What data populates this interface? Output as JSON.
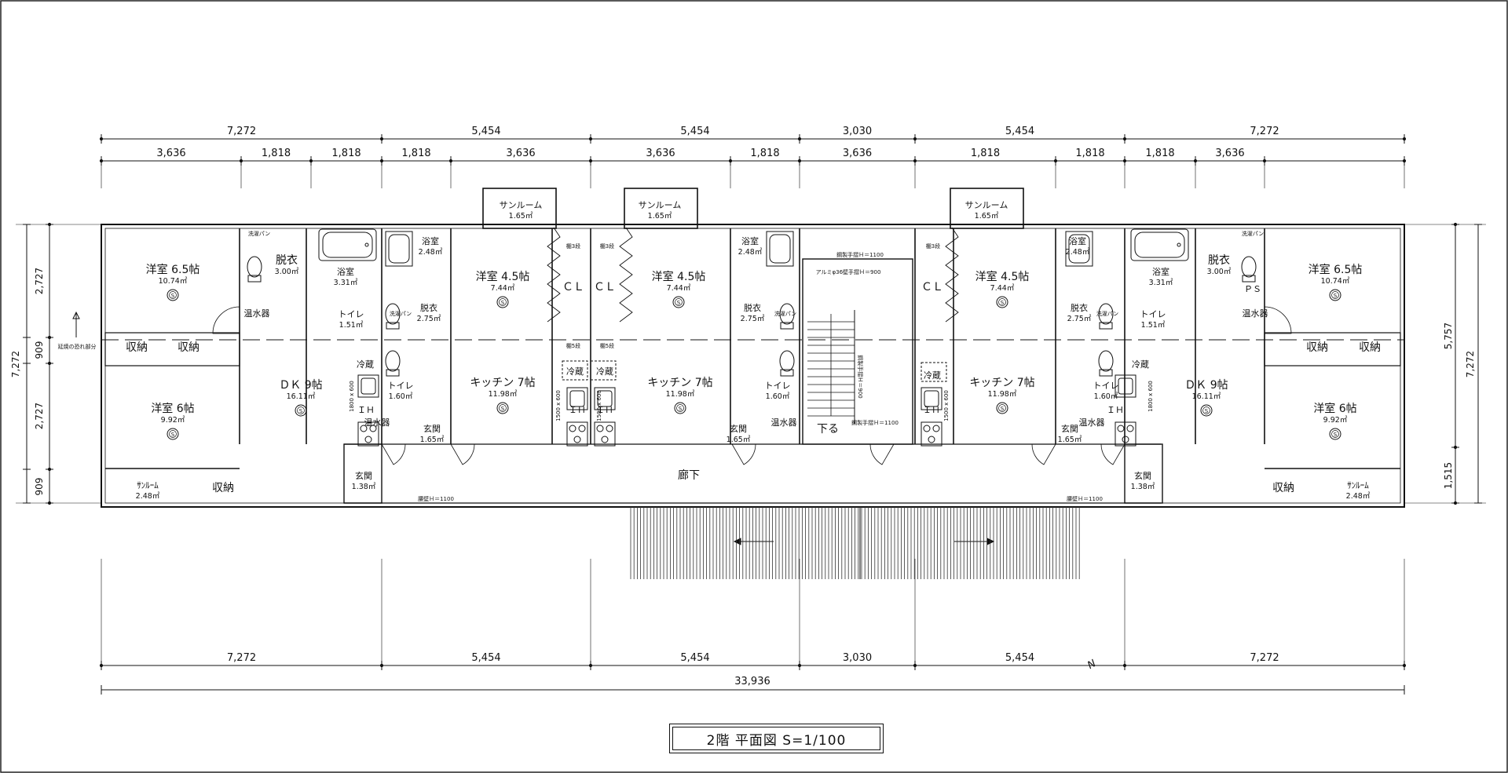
{
  "title": "2階  平面図    S=1/100",
  "dimensions": {
    "top_major": [
      "7,272",
      "5,454",
      "5,454",
      "3,030",
      "5,454",
      "7,272"
    ],
    "top_minor": [
      "3,636",
      "1,818",
      "1,818",
      "1,818",
      "3,636",
      "3,636",
      "1,818",
      "3,636",
      "1,818",
      "1,818",
      "1,818",
      "3,636"
    ],
    "bottom_major": [
      "7,272",
      "5,454",
      "5,454",
      "3,030",
      "5,454",
      "7,272"
    ],
    "bottom_total": "33,936",
    "left_outer": "7,272",
    "left_inner": [
      "2,727",
      "909",
      "2,727",
      "909"
    ],
    "right_outer": "7,272",
    "right_inner": [
      "5,757",
      "1,515"
    ]
  },
  "rooms": [
    {
      "id": "w65-l",
      "name": "洋室 6.5帖",
      "area": "10.74㎡"
    },
    {
      "id": "w6-l",
      "name": "洋室 6帖",
      "area": "9.92㎡"
    },
    {
      "id": "dk-l",
      "name": "ＤＫ 9帖",
      "area": "16.11㎡"
    },
    {
      "id": "dress-l",
      "name": "脱衣",
      "area": "3.00㎡"
    },
    {
      "id": "bath-l",
      "name": "浴室",
      "area": "3.31㎡"
    },
    {
      "id": "wc-l",
      "name": "トイレ",
      "area": "1.51㎡"
    },
    {
      "id": "sun-l-s",
      "name": "ｻﾝﾙｰﾑ",
      "area": "2.48㎡"
    },
    {
      "id": "entr-l",
      "name": "玄関",
      "area": "1.38㎡"
    },
    {
      "id": "bath-a",
      "name": "浴室",
      "area": "2.48㎡"
    },
    {
      "id": "dress-a",
      "name": "脱衣",
      "area": "2.75㎡"
    },
    {
      "id": "wc-a",
      "name": "トイレ",
      "area": "1.60㎡"
    },
    {
      "id": "sun-a",
      "name": "サンルーム",
      "area": "1.65㎡"
    },
    {
      "id": "w45-a",
      "name": "洋室 4.5帖",
      "area": "7.44㎡"
    },
    {
      "id": "kit-a",
      "name": "キッチン 7帖",
      "area": "11.98㎡"
    },
    {
      "id": "entr-a",
      "name": "玄関",
      "area": "1.65㎡"
    },
    {
      "id": "sun-b",
      "name": "サンルーム",
      "area": "1.65㎡"
    },
    {
      "id": "w45-b",
      "name": "洋室 4.5帖",
      "area": "7.44㎡"
    },
    {
      "id": "kit-b",
      "name": "キッチン 7帖",
      "area": "11.98㎡"
    },
    {
      "id": "entr-b",
      "name": "玄関",
      "area": "1.65㎡"
    },
    {
      "id": "bath-b",
      "name": "浴室",
      "area": "2.48㎡"
    },
    {
      "id": "dress-b",
      "name": "脱衣",
      "area": "2.75㎡"
    },
    {
      "id": "wc-b",
      "name": "トイレ",
      "area": "1.60㎡"
    },
    {
      "id": "sun-c",
      "name": "サンルーム",
      "area": "1.65㎡"
    },
    {
      "id": "w45-c",
      "name": "洋室 4.5帖",
      "area": "7.44㎡"
    },
    {
      "id": "kit-c",
      "name": "キッチン 7帖",
      "area": "11.98㎡"
    },
    {
      "id": "entr-c",
      "name": "玄関",
      "area": "1.65㎡"
    },
    {
      "id": "bath-c",
      "name": "浴室",
      "area": "2.48㎡"
    },
    {
      "id": "dress-c",
      "name": "脱衣",
      "area": "2.75㎡"
    },
    {
      "id": "wc-c",
      "name": "トイレ",
      "area": "1.60㎡"
    },
    {
      "id": "w65-r",
      "name": "洋室 6.5帖",
      "area": "10.74㎡"
    },
    {
      "id": "w6-r",
      "name": "洋室 6帖",
      "area": "9.92㎡"
    },
    {
      "id": "dk-r",
      "name": "ＤＫ 9帖",
      "area": "16.11㎡"
    },
    {
      "id": "dress-r",
      "name": "脱衣",
      "area": "3.00㎡"
    },
    {
      "id": "bath-r",
      "name": "浴室",
      "area": "3.31㎡"
    },
    {
      "id": "wc-r",
      "name": "トイレ",
      "area": "1.51㎡"
    },
    {
      "id": "sun-r-s",
      "name": "ｻﾝﾙｰﾑ",
      "area": "2.48㎡"
    },
    {
      "id": "entr-r",
      "name": "玄関",
      "area": "1.38㎡"
    }
  ],
  "labels": {
    "closet": "収納",
    "cl": "ＣＬ",
    "shelf": "棚5段",
    "shelf3": "棚3段",
    "fridge": "冷蔵",
    "water_heater": "温水器",
    "wash_pan": "洗濯パン",
    "ps": "ＰＳ",
    "ih": "ＩＨ",
    "corridor": "廊下",
    "stairs_down": "下る",
    "extension": "延焼の恐れ部分",
    "railing1": "鋼製手摺Ｈ＝1100",
    "railing2": "アルミφ36壁手摺Ｈ＝900",
    "railing3": "鋼製手摺Ｈ＝900",
    "railing4": "鋼製手摺Ｈ＝1100",
    "parapet": "腰壁Ｈ＝1100",
    "size_1500": "1500 x 600",
    "size_1800": "1800 x 600",
    "north": "N"
  }
}
